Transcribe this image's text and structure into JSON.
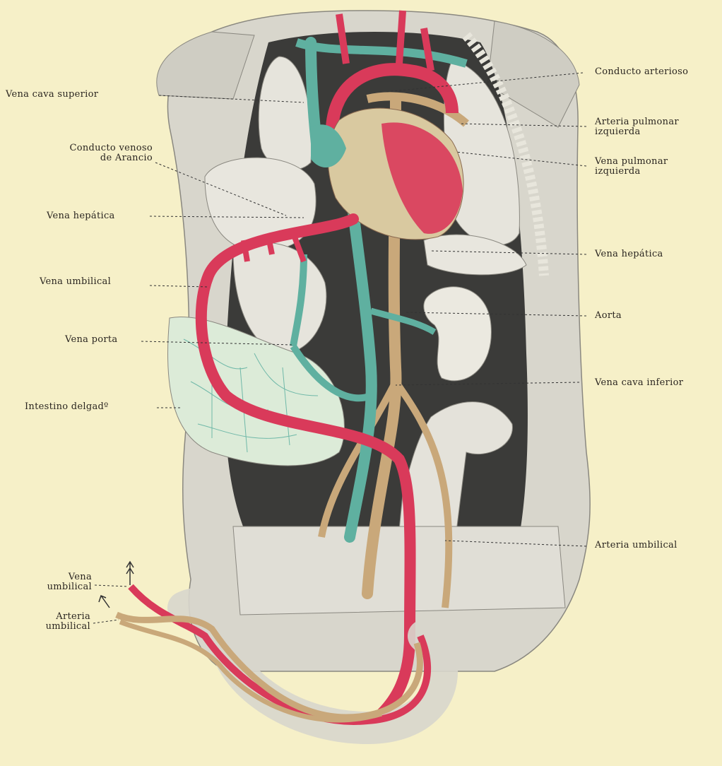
{
  "labels": {
    "vena_cava_superior": "Vena cava superior",
    "conducto_venoso_1": "Conducto venoso",
    "conducto_venoso_2": "de Arancio",
    "vena_hepatica_left": "Vena hepática",
    "vena_umbilical_left": "Vena umbilical",
    "vena_porta": "Vena porta",
    "intestino_delgado": "Intestino delgadº",
    "cord_vena_1": "Vena",
    "cord_vena_2": "umbilical",
    "cord_arteria_1": "Arteria",
    "cord_arteria_2": "umbilical",
    "conducto_arterioso": "Conducto arterioso",
    "arteria_pulmonar_1": "Arteria pulmonar",
    "arteria_pulmonar_2": "izquierda",
    "vena_pulmonar_1": "Vena pulmonar",
    "vena_pulmonar_2": "izquierda",
    "vena_hepatica_right": "Vena hepática",
    "aorta": "Aorta",
    "vena_cava_inferior": "Vena cava inferior",
    "arteria_umbilical_right": "Arteria umbilical"
  },
  "colors": {
    "background": "#f6f0c8",
    "artery_red": "#d93a5a",
    "vein_green": "#5fb0a0",
    "aorta_tan": "#c9a87a",
    "tissue_grey": "#dcdcd4",
    "cavity_dark": "#2e2e2c"
  }
}
